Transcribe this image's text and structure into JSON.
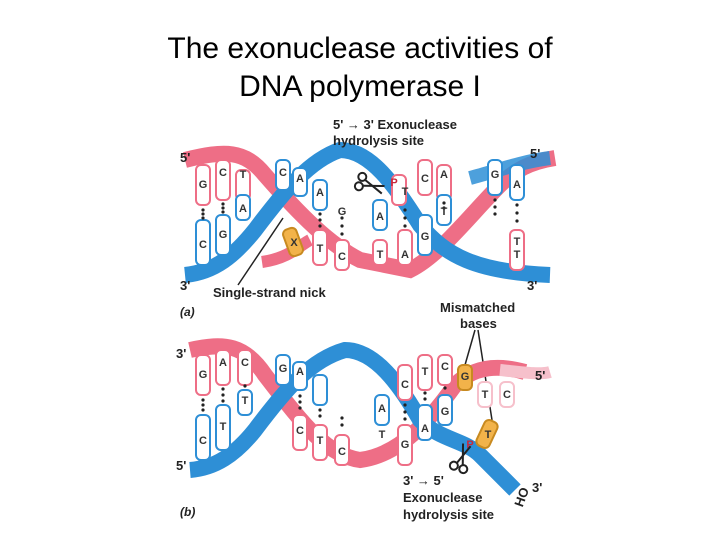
{
  "title": {
    "line1": "The exonuclease activities of",
    "line2": "DNA polymerase I"
  },
  "colors": {
    "pink_strand": "#ee6e86",
    "blue_strand": "#2e8fd6",
    "light_pink": "#f6c0cb",
    "light_blue": "#a9cdee",
    "base_orange": "#f2b34a"
  },
  "panel_a": {
    "label": "(a)",
    "callout_top_line1": "5' → 3' Exonuclease",
    "callout_top_line2": "hydrolysis site",
    "nick_label": "Single-strand nick",
    "mismatch_line1": "Mismatched",
    "mismatch_line2": "bases",
    "end_top_left": "5'",
    "end_top_right": "5'",
    "end_bottom_left": "3'",
    "end_bottom_right": "3'",
    "top_bases": [
      "G",
      "C",
      "T",
      "C",
      "A",
      "A",
      "G",
      "P",
      "T",
      "C",
      "A",
      "G",
      "A"
    ],
    "bottom_bases": [
      "C",
      "G",
      "A",
      "X",
      "T",
      "C",
      "A",
      "T",
      "A",
      "G",
      "T",
      "T",
      "T"
    ]
  },
  "panel_b": {
    "label": "(b)",
    "callout_bottom_line1": "3' → 5'",
    "callout_bottom_line2": "Exonuclease",
    "callout_bottom_line3": "hydrolysis site",
    "end_top_left": "3'",
    "end_top_right": "5'",
    "end_bottom_left": "5'",
    "end_bottom_right": "3'",
    "oh_label": "HO",
    "top_bases": [
      "G",
      "A",
      "C",
      "G",
      "A",
      "C",
      "T",
      "C",
      "G",
      "T",
      "C"
    ],
    "bottom_bases": [
      "C",
      "T",
      "T",
      "C",
      "T",
      "C",
      "A",
      "T",
      "G",
      "A",
      "G",
      "P",
      "T"
    ]
  }
}
